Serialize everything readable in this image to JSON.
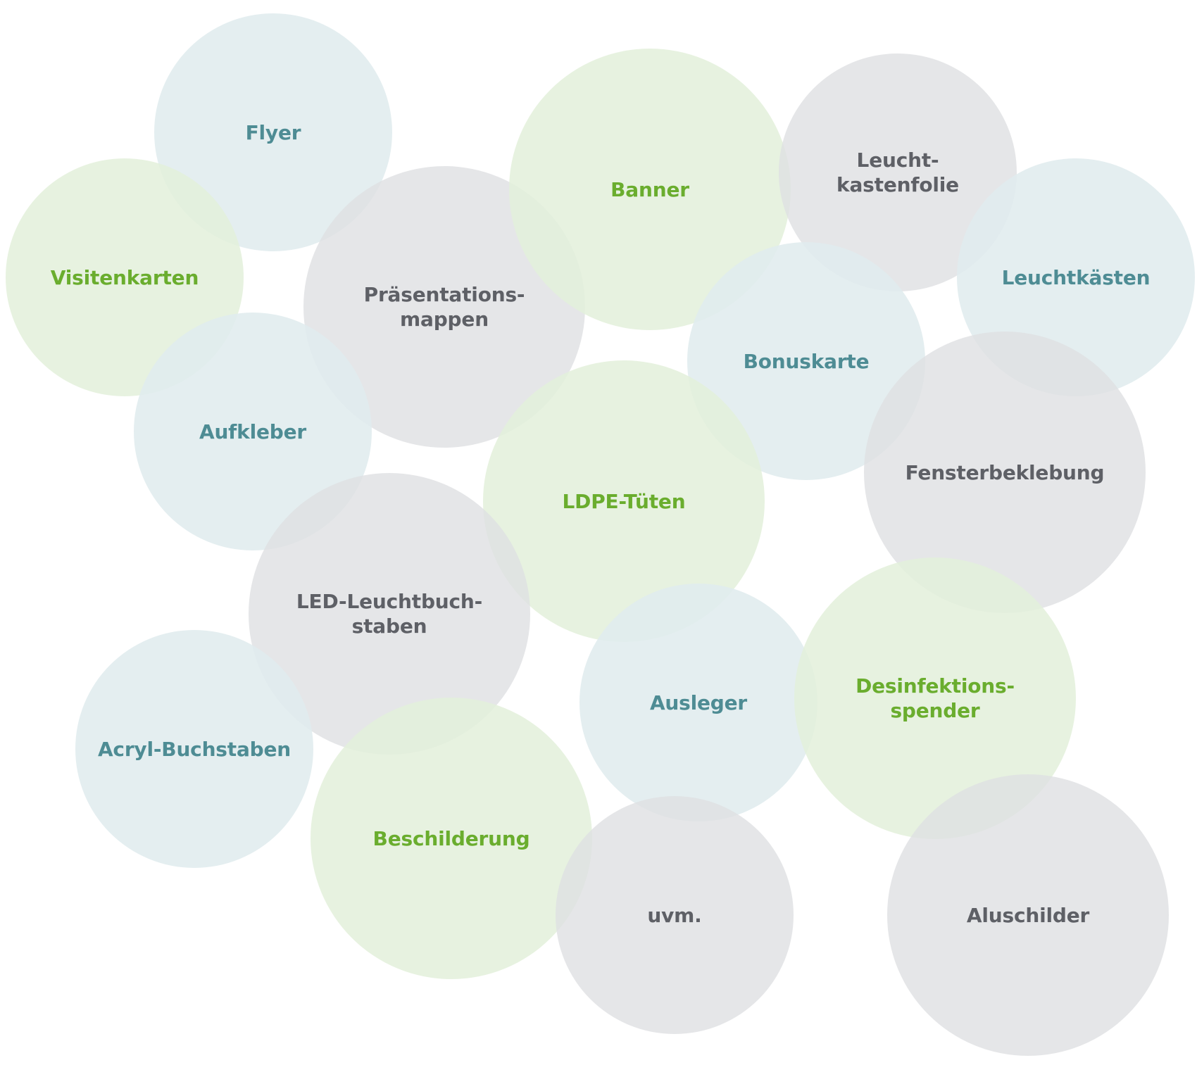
{
  "colors": {
    "teal_text": "#4e8c94",
    "green_text": "#6aad2e",
    "gray_text": "#5e6066",
    "teal_fill": "#e0ecee",
    "green_fill": "#e3f0da",
    "gray_fill": "#dfe0e2"
  },
  "bubbles": [
    {
      "id": "flyer",
      "label": "Flyer",
      "tone": "teal"
    },
    {
      "id": "visitenkarten",
      "label": "Visitenkarten",
      "tone": "green"
    },
    {
      "id": "praesentationsmappen",
      "label": "Präsentations-\nmappen",
      "tone": "gray"
    },
    {
      "id": "banner",
      "label": "Banner",
      "tone": "green"
    },
    {
      "id": "leuchtkastenfolie",
      "label": "Leucht-\nkastenfolie",
      "tone": "gray"
    },
    {
      "id": "leuchtkaesten",
      "label": "Leuchtkästen",
      "tone": "teal"
    },
    {
      "id": "aufkleber",
      "label": "Aufkleber",
      "tone": "teal"
    },
    {
      "id": "bonuskarte",
      "label": "Bonuskarte",
      "tone": "teal"
    },
    {
      "id": "ldpe-tueten",
      "label": "LDPE-Tüten",
      "tone": "green"
    },
    {
      "id": "fensterbeklebung",
      "label": "Fensterbeklebung",
      "tone": "gray"
    },
    {
      "id": "led-leuchtbuchstaben",
      "label": "LED-Leuchtbuch-\nstaben",
      "tone": "gray"
    },
    {
      "id": "ausleger",
      "label": "Ausleger",
      "tone": "teal"
    },
    {
      "id": "desinfektionsspender",
      "label": "Desinfektions-\nspender",
      "tone": "green"
    },
    {
      "id": "acryl-buchstaben",
      "label": "Acryl-Buchstaben",
      "tone": "teal"
    },
    {
      "id": "beschilderung",
      "label": "Beschilderung",
      "tone": "green"
    },
    {
      "id": "uvm",
      "label": "uvm.",
      "tone": "gray"
    },
    {
      "id": "aluschilder",
      "label": "Aluschilder",
      "tone": "gray"
    }
  ]
}
